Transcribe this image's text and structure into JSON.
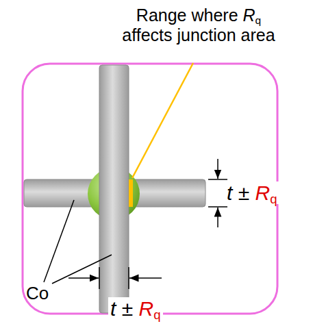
{
  "diagram": {
    "labels": [
      "Range where Rq affects junction area",
      "t ± Rq",
      "t ± Rq",
      "Co"
    ]
  }
}
